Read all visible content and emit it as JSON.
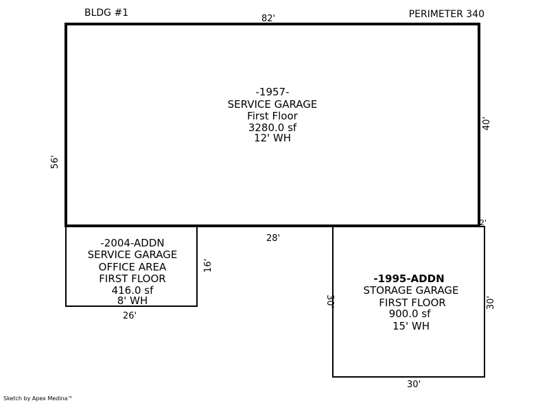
{
  "header": {
    "building": "BLDG #1",
    "perimeter": "PERIMETER 340"
  },
  "areas": {
    "main": {
      "year": "-1957-",
      "use": "SERVICE GARAGE",
      "floor": "First Floor",
      "area": "3280.0 sf",
      "wall_height": "12' WH"
    },
    "office_addn": {
      "year": "-2004-ADDN",
      "use": "SERVICE GARAGE",
      "sub": "OFFICE AREA",
      "floor": "FIRST FLOOR",
      "area": "416.0 sf",
      "wall_height": "8' WH"
    },
    "storage_addn": {
      "year": "-1995-ADDN",
      "use": "STORAGE GARAGE",
      "floor": "FIRST FLOOR",
      "area": "900.0 sf",
      "wall_height": "15' WH"
    }
  },
  "dimensions": {
    "main_top": "82'",
    "main_left": "56'",
    "main_right": "40'",
    "main_bottom_gap": "28'",
    "main_right_jog": "2'",
    "office_right": "16'",
    "office_bottom": "26'",
    "storage_left": "30'",
    "storage_right": "30'",
    "storage_bottom": "30'"
  },
  "footer": {
    "credit": "Sketch by Apex Medina™"
  }
}
